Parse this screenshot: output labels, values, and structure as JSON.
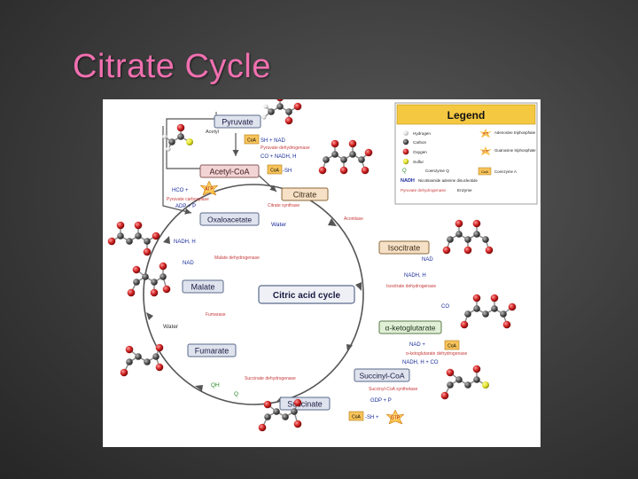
{
  "slide": {
    "title": "Citrate Cycle"
  },
  "diagram": {
    "center_label": "Citric acid cycle",
    "metabolites": {
      "pyruvate": "Pyruvate",
      "acetyl_coa": "Acetyl-CoA",
      "citrate": "Citrate",
      "isocitrate": "Isocitrate",
      "alpha_ketoglutarate": "α-ketoglutarate",
      "succinyl_coa": "Succinyl-CoA",
      "succinate": "Succinate",
      "fumarate": "Fumarate",
      "malate": "Malate",
      "oxaloacetate": "Oxaloacetate"
    },
    "enzymes": {
      "pyruvate_dehydrogenase": "Pyruvate dehydrogenase",
      "citrate_synthase": "Citrate synthase",
      "aconitase": "Aconitase",
      "isocitrate_dehydrogenase": "Isocitrate dehydrogenase",
      "akg_dehydrogenase": "α-ketoglutarate dehydrogenase",
      "succinyl_coa_synthetase": "Succinyl-CoA synthetase",
      "succinate_dehydrogenase": "Succinate dehydrogenase",
      "fumarase": "Fumarase",
      "malate_dehydrogenase": "Malate dehydrogenase",
      "pyruvate_carboxylase": "Pyruvate carboxylase"
    },
    "cofactors": {
      "acetyl": "Acetyl",
      "coa_sh_nad": "SH + NAD",
      "co2_nadh": "CO  + NADH, H",
      "coa_sh": "-SH",
      "hco3_atp": "HCO  +",
      "atp": "ATP",
      "adp_pi": "ADP + P",
      "water_citrate": "Water",
      "nadh_h_malate": "NADH, H",
      "nad_malate": "NAD",
      "water_fumarase": "Water",
      "nad_iso": "NAD",
      "nadh_h_iso": "NADH, H",
      "co2_iso": "CO",
      "nad_akg": "NAD  +",
      "nadh_akg": "NADH, H  +  CO",
      "gdp_pi": "GDP + P",
      "gtp": "GTP",
      "coa_sh_succ": "-SH  +",
      "qh2": "QH",
      "q": "Q",
      "coa": "CoA"
    },
    "legend": {
      "title": "Legend",
      "items": [
        {
          "symbol": "H",
          "label": "Hydrogen",
          "color": "#e8e8e8"
        },
        {
          "symbol": "C",
          "label": "Carbon",
          "color": "#555555"
        },
        {
          "symbol": "O",
          "label": "Oxygen",
          "color": "#cc1f1f"
        },
        {
          "symbol": "S",
          "label": "Sulfur",
          "color": "#d8d820"
        },
        {
          "symbol": "Q",
          "label": "Coenzyme Q",
          "color": "#2a8a2a"
        },
        {
          "symbol": "NADH",
          "label": "Nicotinamide adenine dinucleotide",
          "color": "#1a2d9a"
        },
        {
          "symbol": "Pyruvate dehydrogenase",
          "label": "Enzyme",
          "color": "#c83a3a"
        },
        {
          "symbol": "ATP",
          "label": "Adenosine triphosphate",
          "color": "#f5a623"
        },
        {
          "symbol": "GTP",
          "label": "Guanosine triphosphate",
          "color": "#f5a623"
        },
        {
          "symbol": "CoA",
          "label": "Coenzyme A",
          "color": "#f5a623"
        }
      ]
    },
    "colors": {
      "arrow": "#555555",
      "enzyme_text": "#c83a3a",
      "cofactor_text": "#1a2d9a",
      "box_border": "#5a6a8a",
      "legend_header": "#f5c842",
      "carbon": "#555555",
      "oxygen": "#cc1f1f",
      "hydrogen": "#e8e8e8"
    }
  }
}
